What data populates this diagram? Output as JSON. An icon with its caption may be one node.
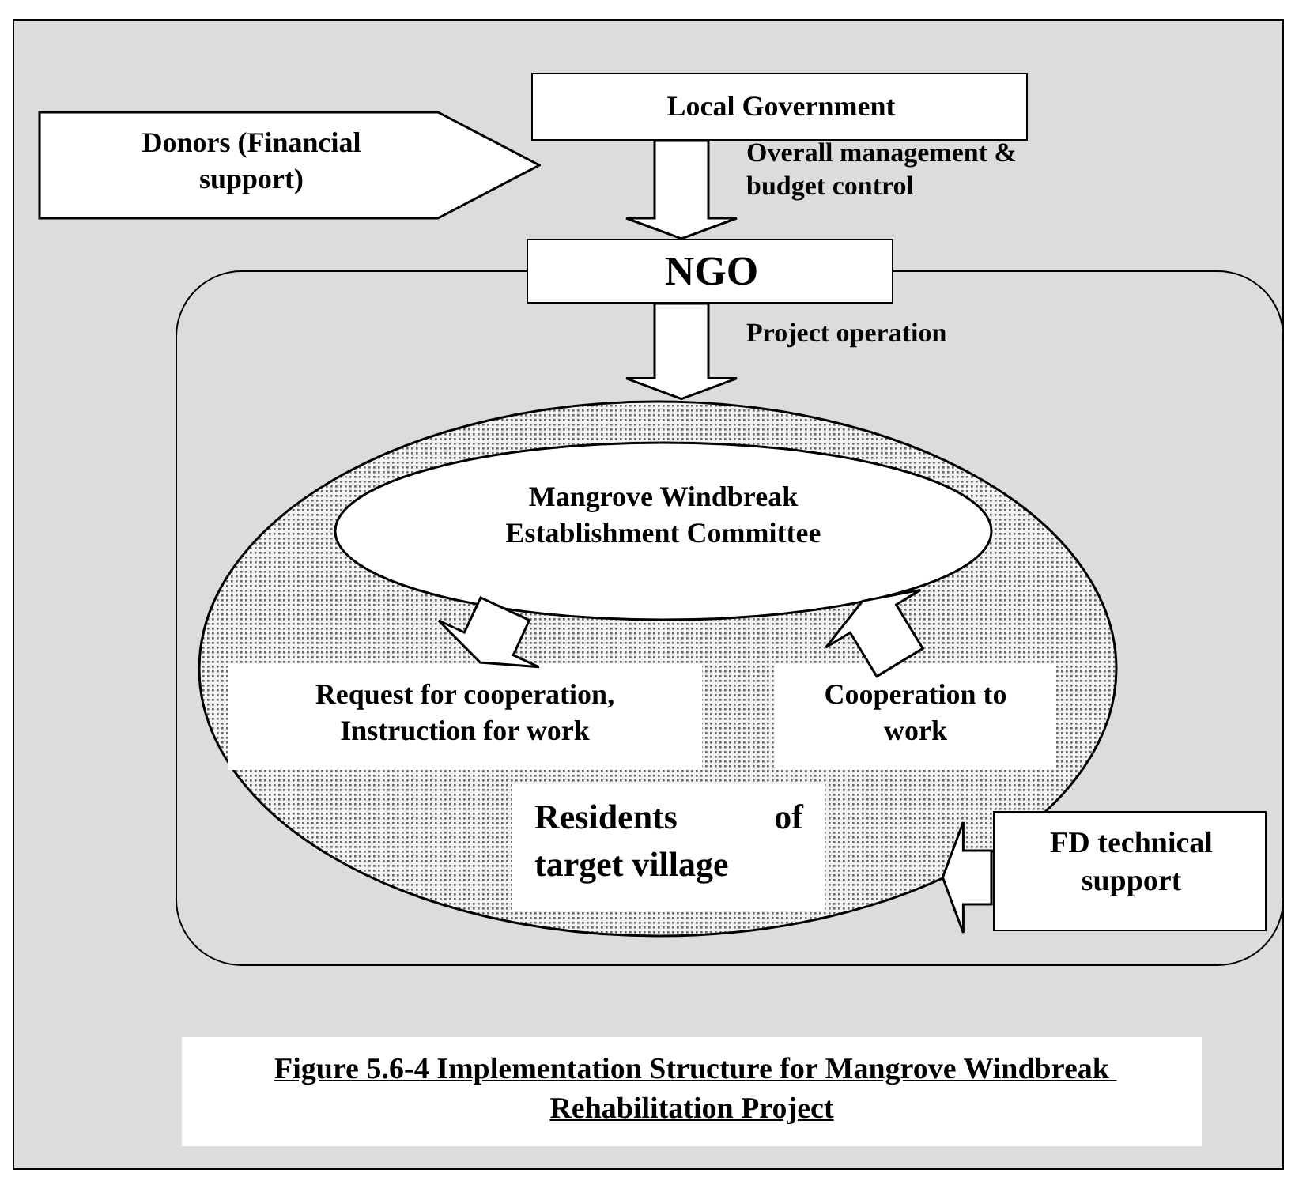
{
  "diagram": {
    "caption": "Figure 5.6-4 Implementation Structure for Mangrove Windbreak Rehabilitation Project",
    "nodes": [
      {
        "text": [
          "Donors (Financial support)"
        ]
      },
      {
        "text": [
          "Local Government"
        ]
      },
      {
        "text": [
          "NGO"
        ]
      },
      {
        "text": [],
        "shape": "box"
      },
      {
        "text": [
          "Residents of target village"
        ],
        "in": 3
      },
      {
        "text": [
          "Mangrove Windbreak Establishment Committee"
        ],
        "in": 4
      },
      {
        "text": [
          "Request for cooperation, Instruction for work"
        ],
        "in": 4
      },
      {
        "text": [
          "Cooperation to work"
        ],
        "in": 4
      },
      {
        "text": [
          "FD technical support"
        ],
        "in": 3
      }
    ],
    "edges": [
      {
        "from": 1,
        "to": 2,
        "arrow": "to",
        "label": "Overall management & budget control"
      },
      {
        "from": 2,
        "to": 4,
        "arrow": "to",
        "label": "Project operation"
      },
      {
        "from": 5,
        "to": 6,
        "arrow": "to"
      },
      {
        "from": 7,
        "to": 5,
        "arrow": "to"
      },
      {
        "from": 8,
        "to": 4,
        "arrow": "to"
      }
    ]
  }
}
